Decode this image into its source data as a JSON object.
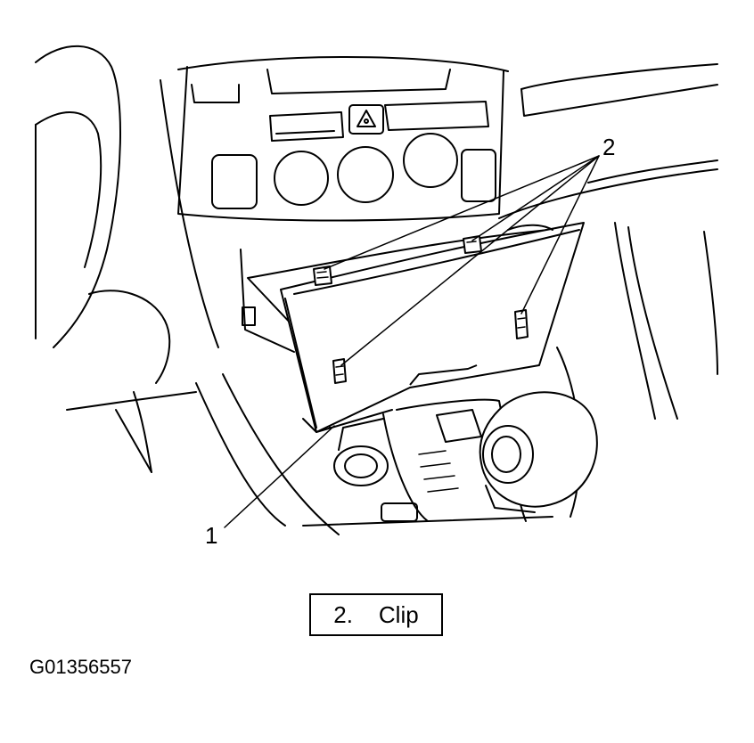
{
  "callouts": [
    {
      "id": "1",
      "label": "1"
    },
    {
      "id": "2",
      "label": "2"
    }
  ],
  "legend": {
    "number": "2.",
    "text": "Clip"
  },
  "figure_id": "G01356557"
}
